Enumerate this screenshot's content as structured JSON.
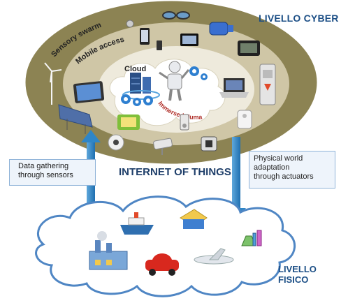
{
  "headings": {
    "cyber": "LIVELLO CYBER",
    "fisico": "LIVELLO FISICO",
    "iot": "INTERNET OF THINGS"
  },
  "rings": {
    "outer": "Sensory swarm",
    "middle": "Mobile access",
    "cloud": "Cloud",
    "immersed": "Immersed Human"
  },
  "left_box": {
    "lines": [
      "Data gathering",
      "through sensors"
    ]
  },
  "right_box": {
    "lines": [
      "Physical world",
      "adaptation",
      "through actuators"
    ]
  },
  "colors": {
    "outer_ring": "#8c8353",
    "middle_ring": "#cfc6a6",
    "inner_ring": "#eeeadc",
    "cloud_fill": "#ffffff",
    "arrow": "#2f86c7",
    "heading_blue": "#1c4f86"
  },
  "icons": {
    "cyber_layer": [
      "wind-turbine-icon",
      "solar-panel-icon",
      "tablet-icon",
      "camera-icon",
      "security-camera-icon",
      "ipod-icon",
      "smartphone-icon",
      "glasses-icon",
      "smartwatch-icon",
      "gps-device-icon",
      "laptop-icon",
      "smoke-detector-icon",
      "electric-meter-icon",
      "server-rack-icon",
      "robot-icon",
      "gear-icon"
    ],
    "physical_layer": [
      "factory-icon",
      "ship-icon",
      "building-icon",
      "car-icon",
      "airplane-icon",
      "lab-flasks-icon"
    ]
  }
}
